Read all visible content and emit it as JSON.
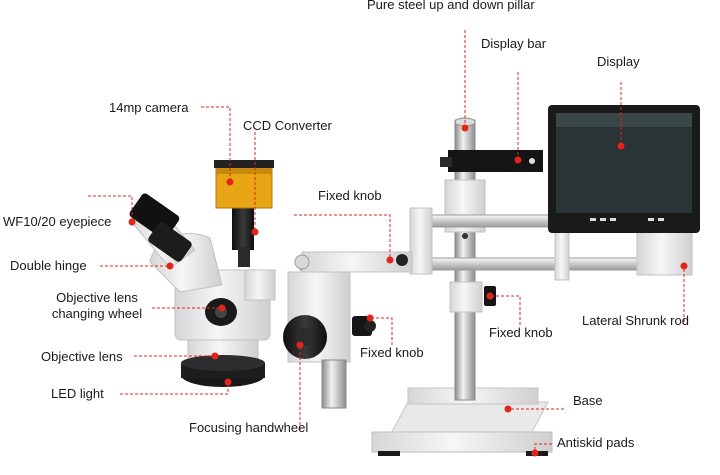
{
  "diagram": {
    "colors": {
      "leader": "#e2241b",
      "body": "#eeeeee",
      "body_shadow": "#cfcfcf",
      "dark": "#1c1c1c",
      "camera": "#e8a514",
      "screen": "#202a2c"
    },
    "labels": {
      "pillar": "Pure steel up and down pillar",
      "display_bar": "Display bar",
      "display": "Display",
      "camera": "14mp camera",
      "ccd": "CCD Converter",
      "fixed_knob_top": "Fixed knob",
      "eyepiece": "WF10/20 eyepiece",
      "hinge": "Double hinge",
      "wheel_line1": "Objective lens",
      "wheel_line2": "changing wheel",
      "objective": "Objective lens",
      "led": "LED light",
      "focusing": "Focusing handwheel",
      "fixed_knob_mid": "Fixed knob",
      "fixed_knob_right": "Fixed knob",
      "lateral": "Lateral Shrunk rod",
      "base": "Base",
      "pads": "Antiskid pads"
    }
  }
}
